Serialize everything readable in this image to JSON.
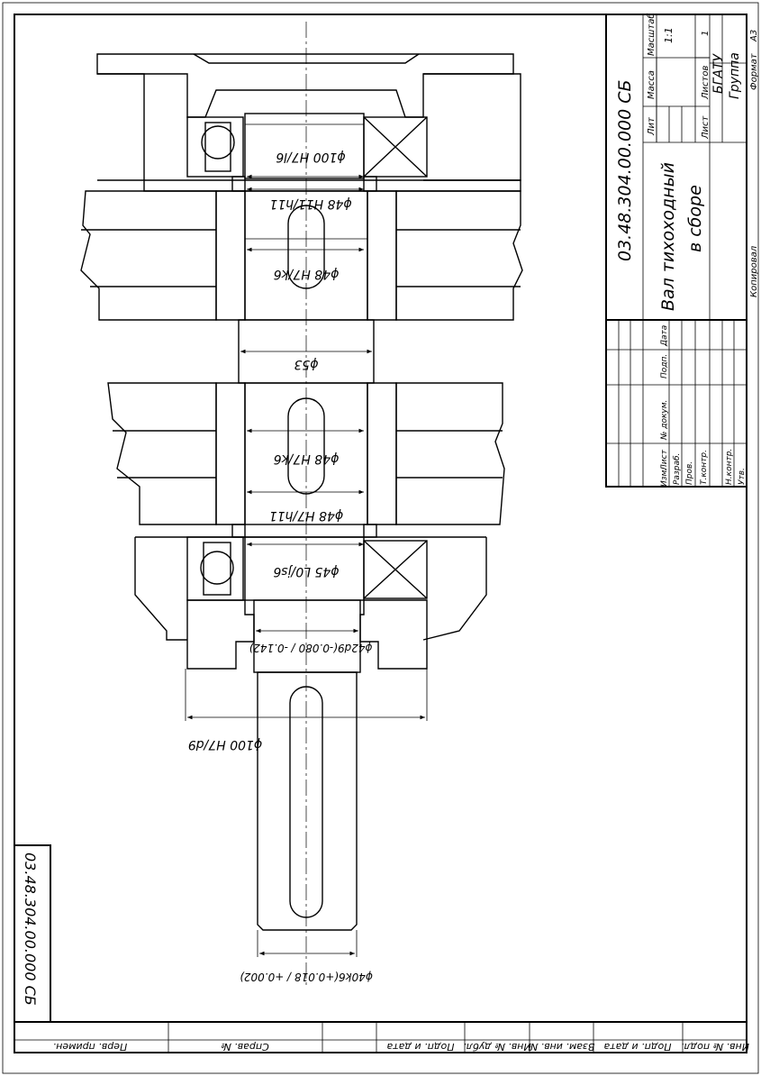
{
  "title_block": {
    "designation": "03.48.304.00.000 СБ",
    "name_line1": "Вал тихоходный",
    "name_line2": "в сборе",
    "header_lit": "Лит",
    "header_mass": "Масса",
    "header_scale": "Масштаб",
    "scale_value": "1:1",
    "sheet_label": "Лист",
    "sheets_label": "Листов",
    "sheets_value": "1",
    "org_line1": "БГАТУ",
    "org_line2": "Группа",
    "copied": "Копировал",
    "format_label": "Формат",
    "format_value": "А3",
    "rows": {
      "izm": "Изм.",
      "list": "Лист",
      "doc": "№ докум.",
      "podp": "Подп.",
      "data": "Дата",
      "razrab": "Разраб.",
      "prov": "Пров.",
      "tkontr": "Т.контр.",
      "nkontr": "Н.контр.",
      "utv": "Утв."
    }
  },
  "side_stamp": "03.48.304.00.000 СБ",
  "bottom_strip": {
    "perv": "Перв. примен.",
    "sprav": "Справ. №",
    "podp_data1": "Подп. и дата",
    "inv_dubl": "Инв. № дубл.",
    "vzam": "Взам. инв. №",
    "podp_data2": "Подп. и дата",
    "inv_podl": "Инв. № подл."
  },
  "dimensions": {
    "d100": "ϕ100 H7/l6",
    "d48a": "ϕ48 H11/h11",
    "d48b": "ϕ48 H7/k6",
    "d53": "ϕ53",
    "d48c": "ϕ48 H7/k6",
    "d48d": "ϕ48 H7/h11",
    "d45": "ϕ45 L0/js6",
    "d42": "ϕ42d9(-0.080 / -0.142)",
    "d100b": "ϕ100 H7/d9",
    "d40": "ϕ40k6(+0.018 / +0.002)"
  }
}
